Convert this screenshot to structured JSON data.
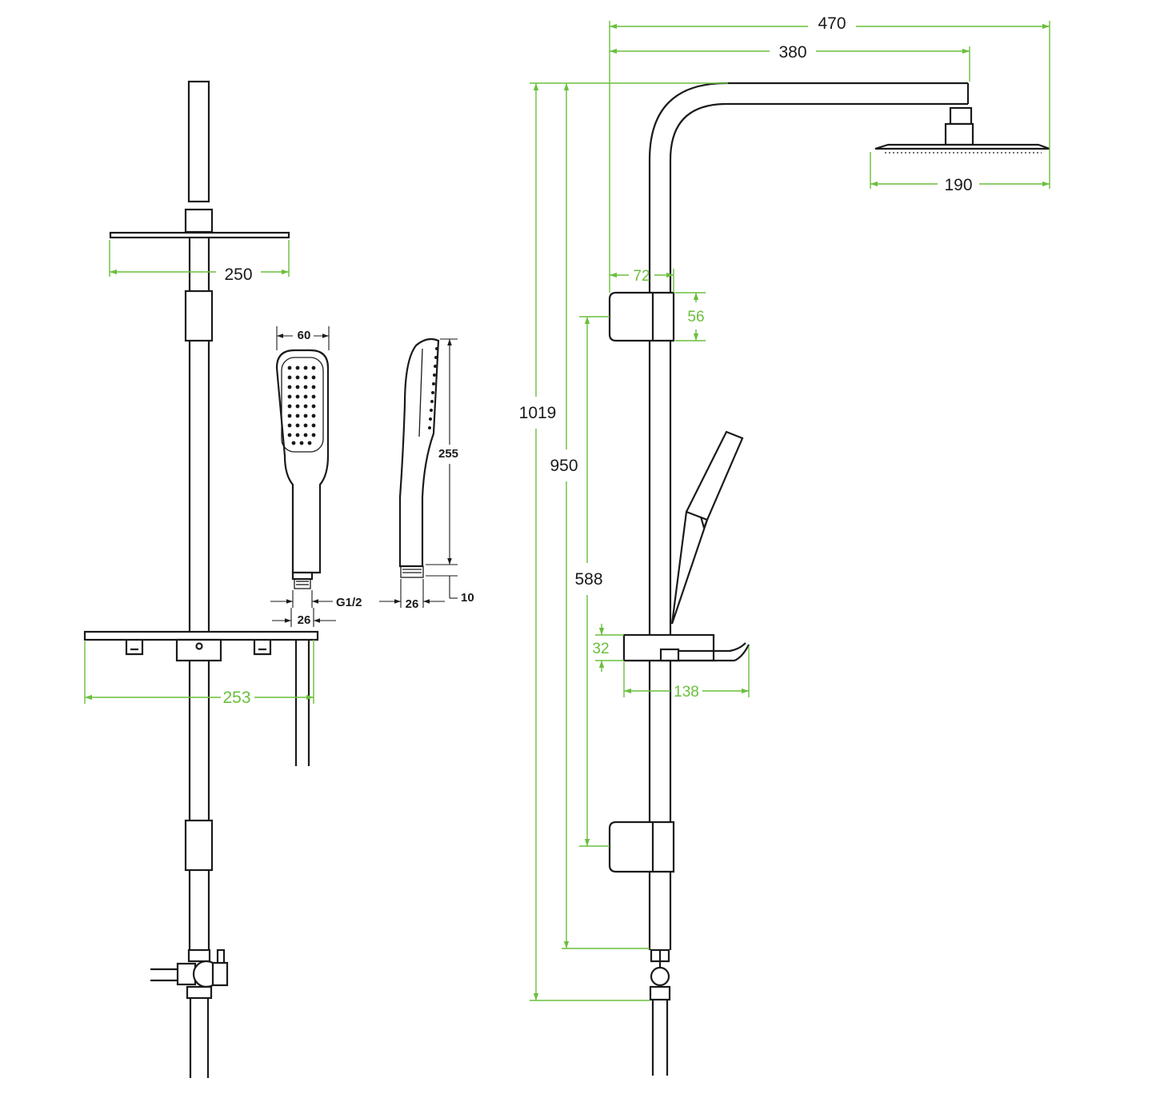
{
  "front_view": {
    "overhead_width": "250",
    "shelf_width": "253"
  },
  "hand_shower": {
    "head_width": "60",
    "connector": "G1/2",
    "connector_width_front": "26",
    "connector_width_side": "26",
    "length": "255",
    "nut_height": "10"
  },
  "side_view": {
    "total_reach": "470",
    "arm_reach": "380",
    "head_diameter": "190",
    "total_height": "1019",
    "rail_height": "950",
    "bracket_spacing": "588",
    "bracket_offset": "72",
    "bracket_height": "56",
    "holder_height": "32",
    "holder_depth": "138"
  },
  "colors": {
    "line": "#1a1a1a",
    "dimension": "#6abf3c",
    "background": "#ffffff"
  }
}
